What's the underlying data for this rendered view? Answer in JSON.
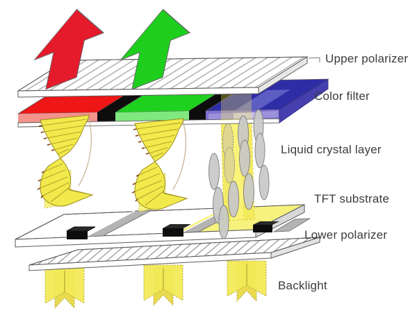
{
  "diagram": {
    "labels": {
      "upper_polarizer": "Upper polarizer",
      "color_filter": "Color filter",
      "liquid_crystal_layer": "Liquid crystal layer",
      "tft_substrate": "TFT substrate",
      "lower_polarizer": "Lower polarizer",
      "backlight": "Backlight"
    },
    "colors": {
      "red_light": "#e51a2b",
      "green_light": "#1dce1d",
      "filter_red_top": "#ee1616",
      "filter_red_front": "#f4928c",
      "filter_green_top": "#1fd11f",
      "filter_green_front": "#7fe87f",
      "filter_blue_top": "#2f2da6",
      "filter_blue_front": "#7e72d2",
      "separator_black": "#0d0d0d",
      "light_beam_yellow": "#f3ea58",
      "lc_molecule_gray": "#c9c9c9",
      "label_text": "#3b3b3b"
    }
  }
}
